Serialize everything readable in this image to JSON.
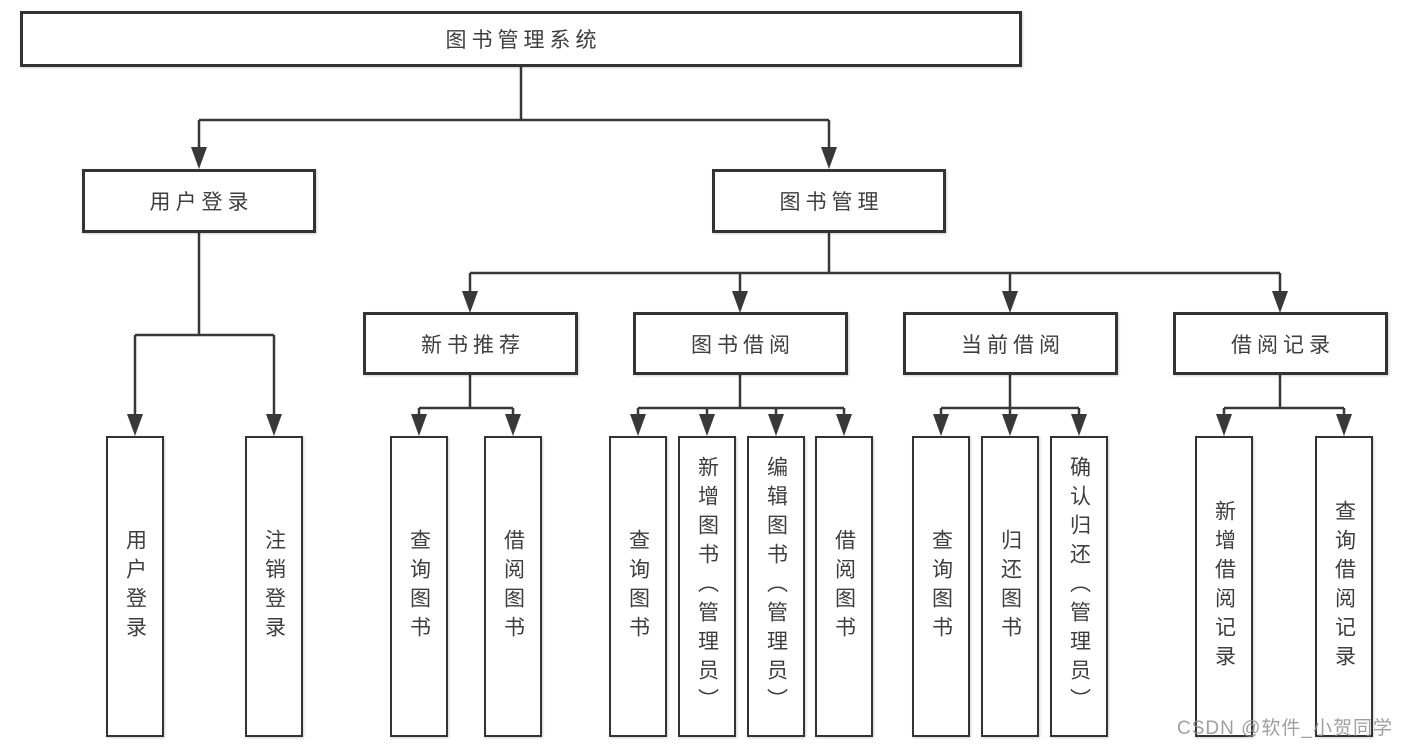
{
  "diagram": {
    "root": {
      "label": "图书管理系统"
    },
    "level2": [
      {
        "label": "用户登录"
      },
      {
        "label": "图书管理"
      }
    ],
    "level3": [
      {
        "label": "新书推荐"
      },
      {
        "label": "图书借阅"
      },
      {
        "label": "当前借阅"
      },
      {
        "label": "借阅记录"
      }
    ],
    "leaves": {
      "user_login": [
        "用户登录",
        "注销登录"
      ],
      "new_book_recommend": [
        "查询图书",
        "借阅图书"
      ],
      "book_borrow": [
        "查询图书",
        "新增图书（管理员）",
        "编辑图书（管理员）",
        "借阅图书"
      ],
      "current_borrow": [
        "查询图书",
        "归还图书",
        "确认归还（管理员）"
      ],
      "borrow_record": [
        "新增借阅记录",
        "查询借阅记录"
      ]
    }
  },
  "watermark": {
    "text": "CSDN @软件_小贺同学"
  },
  "colors": {
    "line": "#383838",
    "box_border": "#333333",
    "box_background": "#ffffff",
    "text": "#3e3e3e",
    "watermark": "#8f8f8f",
    "background": "#ffffff"
  }
}
